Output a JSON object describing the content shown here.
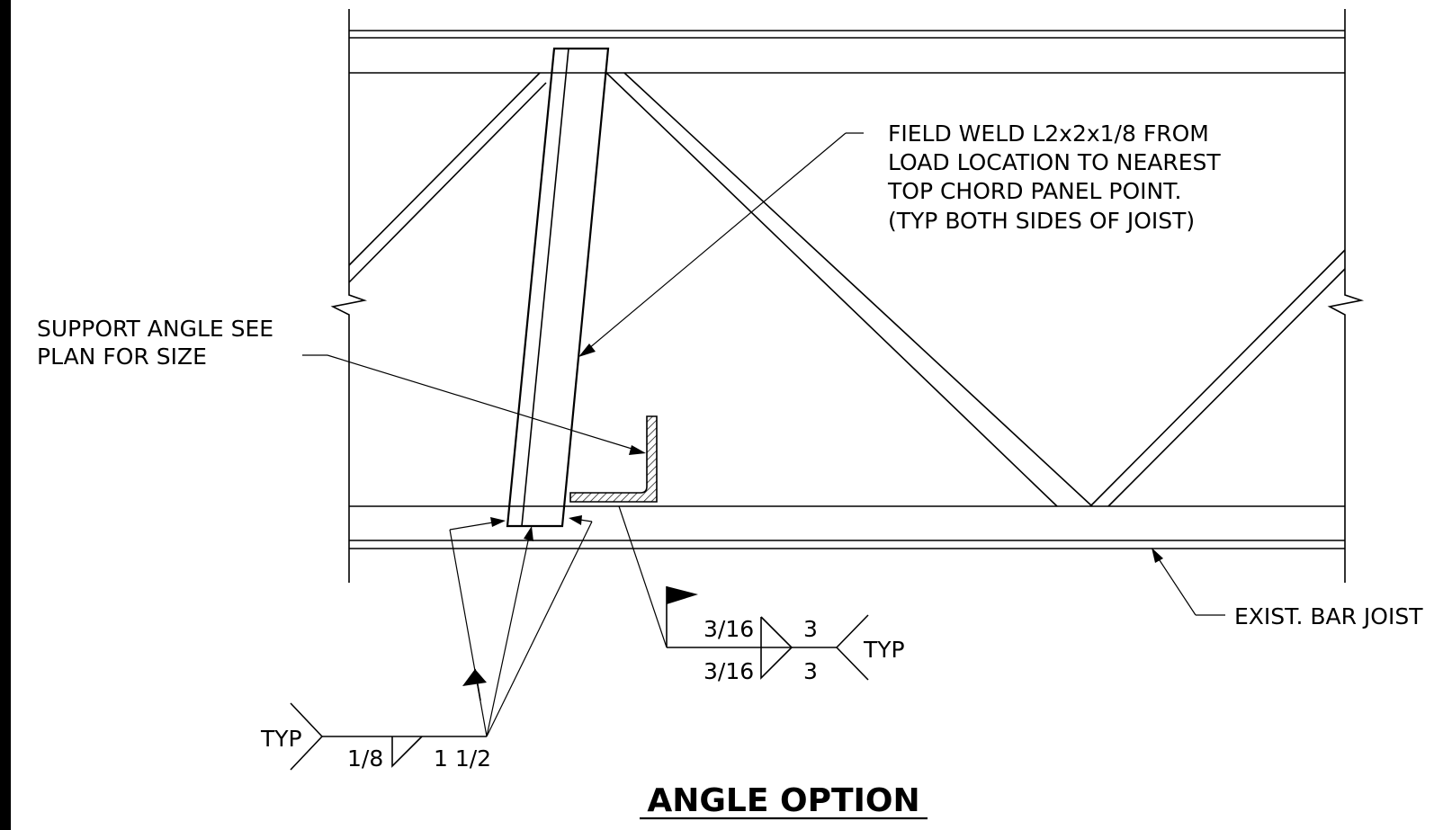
{
  "title": "ANGLE OPTION",
  "notes": {
    "field_weld": [
      "FIELD WELD L2x2x1/8 FROM",
      "LOAD LOCATION TO NEAREST",
      "TOP CHORD PANEL POINT.",
      "(TYP BOTH SIDES OF JOIST)"
    ],
    "support_angle": [
      "SUPPORT ANGLE SEE",
      "PLAN FOR SIZE"
    ],
    "bar_joist": "EXIST. BAR JOIST"
  },
  "weld_symbol_left": {
    "tail": "TYP",
    "size": "1/8",
    "length": "1 1/2"
  },
  "weld_symbol_right": {
    "tail": "TYP",
    "size_top": "3/16",
    "length_top": "3",
    "size_bottom": "3/16",
    "length_bottom": "3"
  },
  "colors": {
    "ink": "#000000",
    "background": "#ffffff"
  }
}
